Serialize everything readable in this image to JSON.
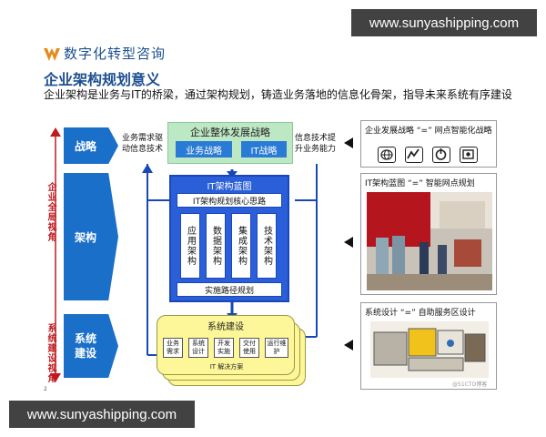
{
  "watermark_top": "www.sunyashipping.com",
  "watermark_bottom": "www.sunyashipping.com",
  "brand_text": "数字化转型咨询",
  "page_title": "企业架构规划意义",
  "subtitle": "企业架构是业务与IT的桥梁，通过架构规划，铸造业务落地的信息化骨架，指导未来系统有序建设",
  "side_labels": {
    "top": "企业全局视角",
    "bottom": "系统建设视角"
  },
  "layers": {
    "strategy": "战略",
    "architecture": "架构",
    "system": "系统建设"
  },
  "strategy_left_note": "业务需求驱动信息技术",
  "strategy_right_note": "信息技术提升业务能力",
  "strategy_box": {
    "title": "企业整体发展战略",
    "biz": "业务战略",
    "it": "IT战略"
  },
  "arch_box": {
    "title": "IT架构蓝图",
    "core": "IT架构规划核心思路",
    "columns": [
      "应用架构",
      "数据架构",
      "集成架构",
      "技术架构"
    ],
    "path": "实施路径规划"
  },
  "system_box": {
    "title": "系统建设",
    "items": [
      "业务需求",
      "系统设计",
      "开发实施",
      "交付使用",
      "运行维护"
    ],
    "footer": "IT 解决方案"
  },
  "right_panels": [
    {
      "title": "企业发展战略 “=” 网点智能化战略"
    },
    {
      "title": "IT架构蓝图 “=” 智能网点规划"
    },
    {
      "title": "系统设计 “=” 自助服务区设计"
    }
  ],
  "page_number": "2",
  "image_credit": "@51CTO博客",
  "colors": {
    "primary": "#1d4f91",
    "chevron": "#1a6fc9",
    "arch": "#2b5fd9",
    "green": "#bde8c4",
    "yellow": "#fdf79a",
    "red": "#c0191e"
  }
}
